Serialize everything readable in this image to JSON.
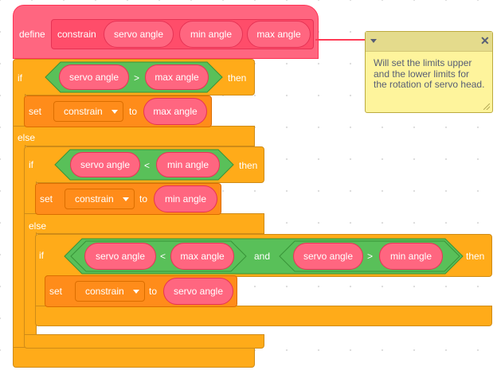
{
  "define_block": {
    "label": "define",
    "proc_name": "constrain",
    "params": [
      "servo angle",
      "min angle",
      "max angle"
    ]
  },
  "if1": {
    "label_if": "if",
    "left": "servo angle",
    "op": ">",
    "right": "max angle",
    "label_then": "then",
    "set_label": "set",
    "set_var": "constrain",
    "set_to": "to",
    "set_value": "max angle",
    "else_label": "else"
  },
  "if2": {
    "label_if": "if",
    "left": "servo angle",
    "op": "<",
    "right": "min angle",
    "label_then": "then",
    "set_label": "set",
    "set_var": "constrain",
    "set_to": "to",
    "set_value": "min angle",
    "else_label": "else"
  },
  "if3": {
    "label_if": "if",
    "a_left": "servo angle",
    "a_op": "<",
    "a_right": "max angle",
    "and_label": "and",
    "b_left": "servo angle",
    "b_op": ">",
    "b_right": "min angle",
    "label_then": "then",
    "set_label": "set",
    "set_var": "constrain",
    "set_to": "to",
    "set_value": "servo angle"
  },
  "comment": {
    "text": "Will set the limits upper and the lower limits for the rotation of servo head.",
    "close_glyph": "✕"
  },
  "colors": {
    "control": "#ffab19",
    "variables": "#ff8c1a",
    "my_blocks": "#ff6680",
    "operators": "#59c059",
    "comment": "#fef49c"
  }
}
